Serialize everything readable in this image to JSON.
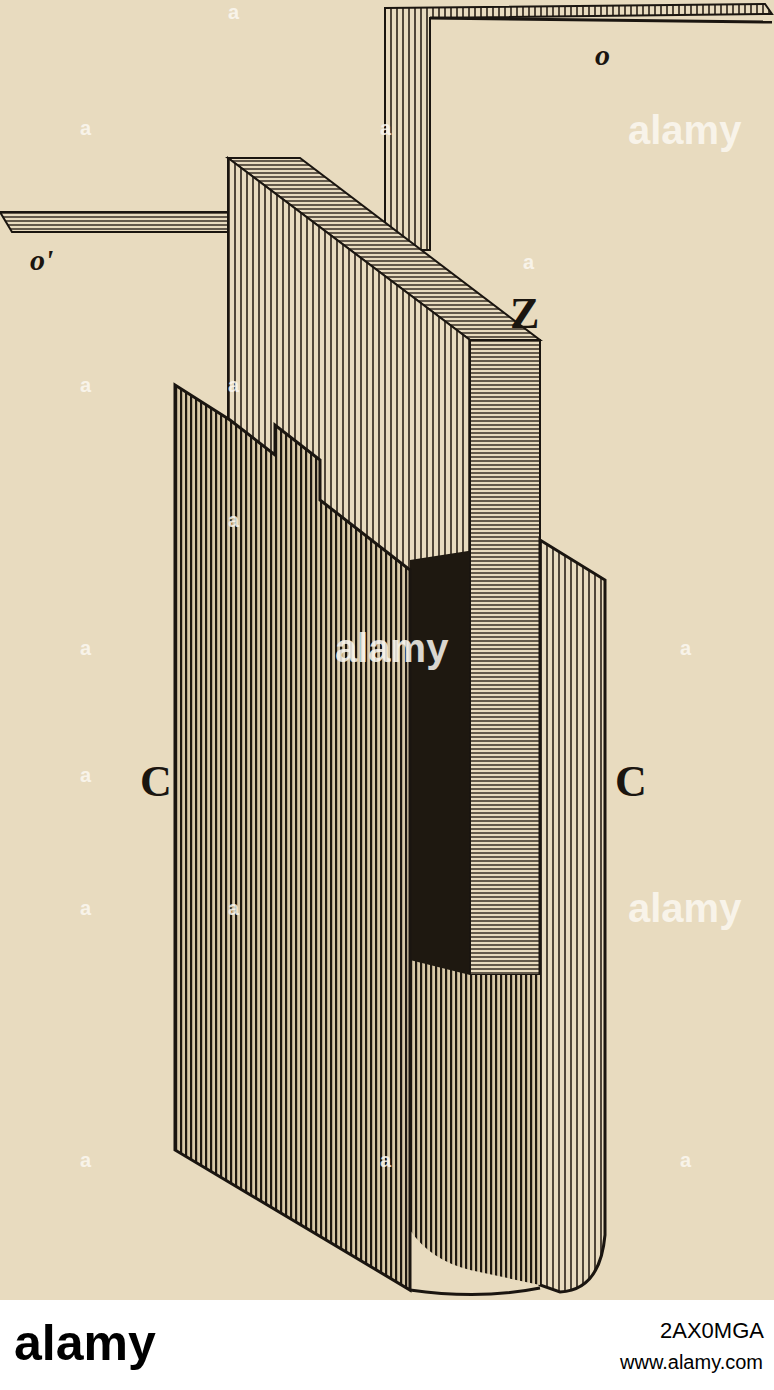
{
  "diagram": {
    "labels": [
      "o",
      "o'",
      "Z",
      "C",
      "C",
      "alamy",
      "alamy",
      "alamy",
      "a",
      "a",
      "a",
      "a",
      "a",
      "a",
      "a",
      "a",
      "a",
      "a",
      "a",
      "a",
      "a",
      "a",
      "a",
      "alamy",
      "2AX0MGA",
      "www.alamy.com"
    ]
  }
}
